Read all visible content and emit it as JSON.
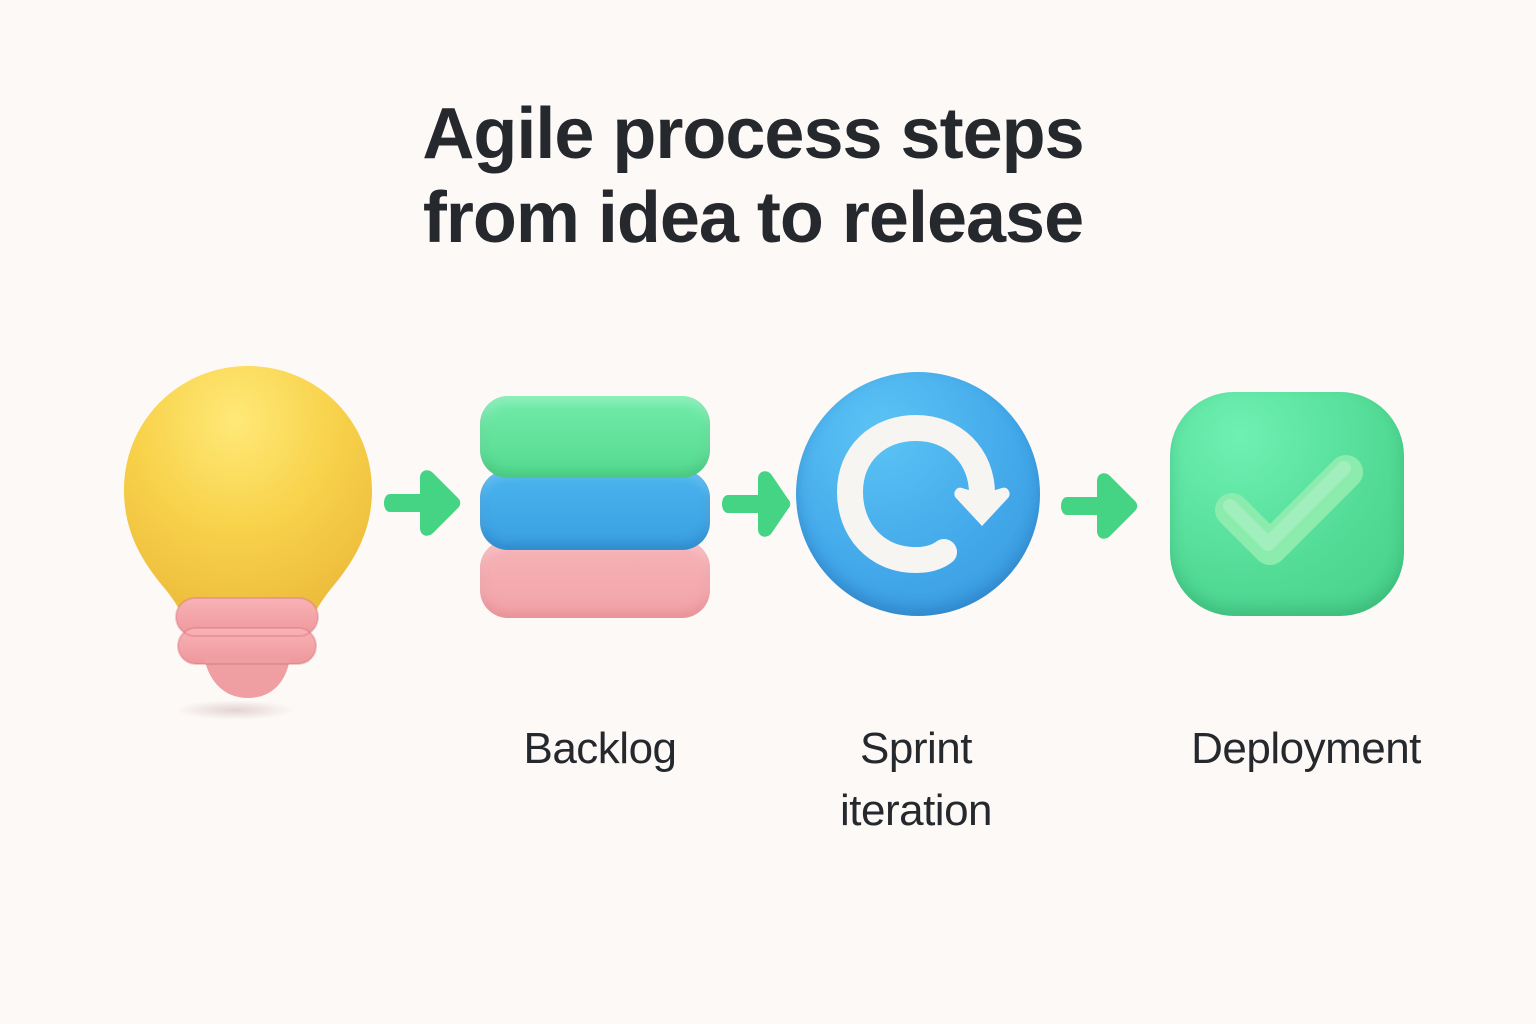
{
  "title": {
    "line1": "Agile process steps",
    "line2": "from idea to release"
  },
  "steps": [
    {
      "id": "idea",
      "icon": "lightbulb-icon",
      "label": ""
    },
    {
      "id": "backlog",
      "icon": "stacked-bars-icon",
      "label": "Backlog"
    },
    {
      "id": "sprint",
      "icon": "circular-arrow-icon",
      "label_line1": "Sprint",
      "label_line2": "iteration"
    },
    {
      "id": "deployment",
      "icon": "checkmark-icon",
      "label": "Deployment"
    }
  ],
  "connectors": [
    {
      "from": "idea",
      "to": "backlog",
      "icon": "arrow-right-icon"
    },
    {
      "from": "backlog",
      "to": "sprint",
      "icon": "arrow-right-icon"
    },
    {
      "from": "sprint",
      "to": "deployment",
      "icon": "arrow-right-icon"
    }
  ],
  "colors": {
    "background": "#fcf9f7",
    "text": "#25282c",
    "bulb_yellow": "#f7cf45",
    "bulb_base_pink": "#f4a7aa",
    "green": "#55d98f",
    "blue": "#43a9ea",
    "pink": "#f2a3a8",
    "arrow_green": "#45d384"
  }
}
